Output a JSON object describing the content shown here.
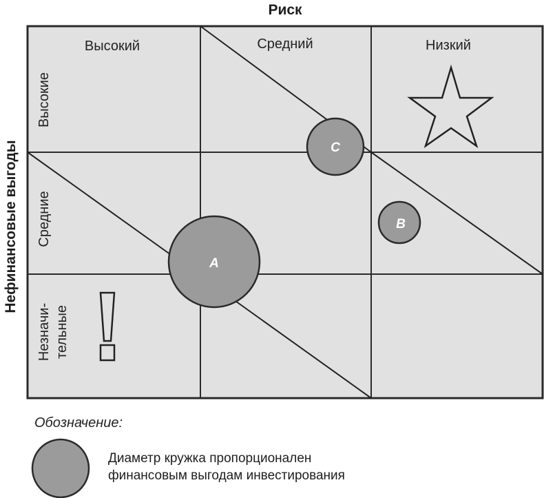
{
  "title": "Риск",
  "y_axis_title": "Нефинансовые выгоды",
  "columns": [
    {
      "label": "Высокий"
    },
    {
      "label": "Средний"
    },
    {
      "label": "Низкий"
    }
  ],
  "rows": [
    {
      "label": "Высокие"
    },
    {
      "label": "Средние"
    },
    {
      "label": "Незначи-",
      "label_line2": "тельные"
    }
  ],
  "bubbles": [
    {
      "id": "A",
      "label": "A"
    },
    {
      "id": "B",
      "label": "B"
    },
    {
      "id": "C",
      "label": "C"
    }
  ],
  "markers": {
    "star": "star-icon",
    "exclamation": "exclamation-icon"
  },
  "legend": {
    "title": "Обозначение:",
    "line1": "Диаметр кружка пропорционален",
    "line2": "финансовым выгодам инвестирования"
  },
  "colors": {
    "grid_fill": "#e1e1e1",
    "grid_stroke": "#2a2a2a",
    "bubble_fill": "#9b9b9b",
    "bubble_text": "#ffffff"
  },
  "chart_data": {
    "type": "bubble-matrix",
    "title": "Риск",
    "xlabel": "Риск",
    "ylabel": "Нефинансовые выгоды",
    "x_categories": [
      "Высокий",
      "Средний",
      "Низкий"
    ],
    "y_categories": [
      "Высокие",
      "Средние",
      "Незначительные"
    ],
    "points": [
      {
        "name": "A",
        "x_region": "Высокий/Средний boundary",
        "y_region": "Средние/Незначительные boundary",
        "relative_diameter": 132
      },
      {
        "name": "B",
        "x_region": "Низкий",
        "y_region": "Средние",
        "relative_diameter": 60
      },
      {
        "name": "C",
        "x_region": "Средний/Низкий boundary",
        "y_region": "Высокие/Средние boundary",
        "relative_diameter": 82
      }
    ],
    "annotations": [
      "star in Низкий/Высокие cell",
      "exclamation mark in Высокий/Незначительные cell"
    ],
    "legend": "Диаметр кружка пропорционален финансовым выгодам инвестирования"
  }
}
